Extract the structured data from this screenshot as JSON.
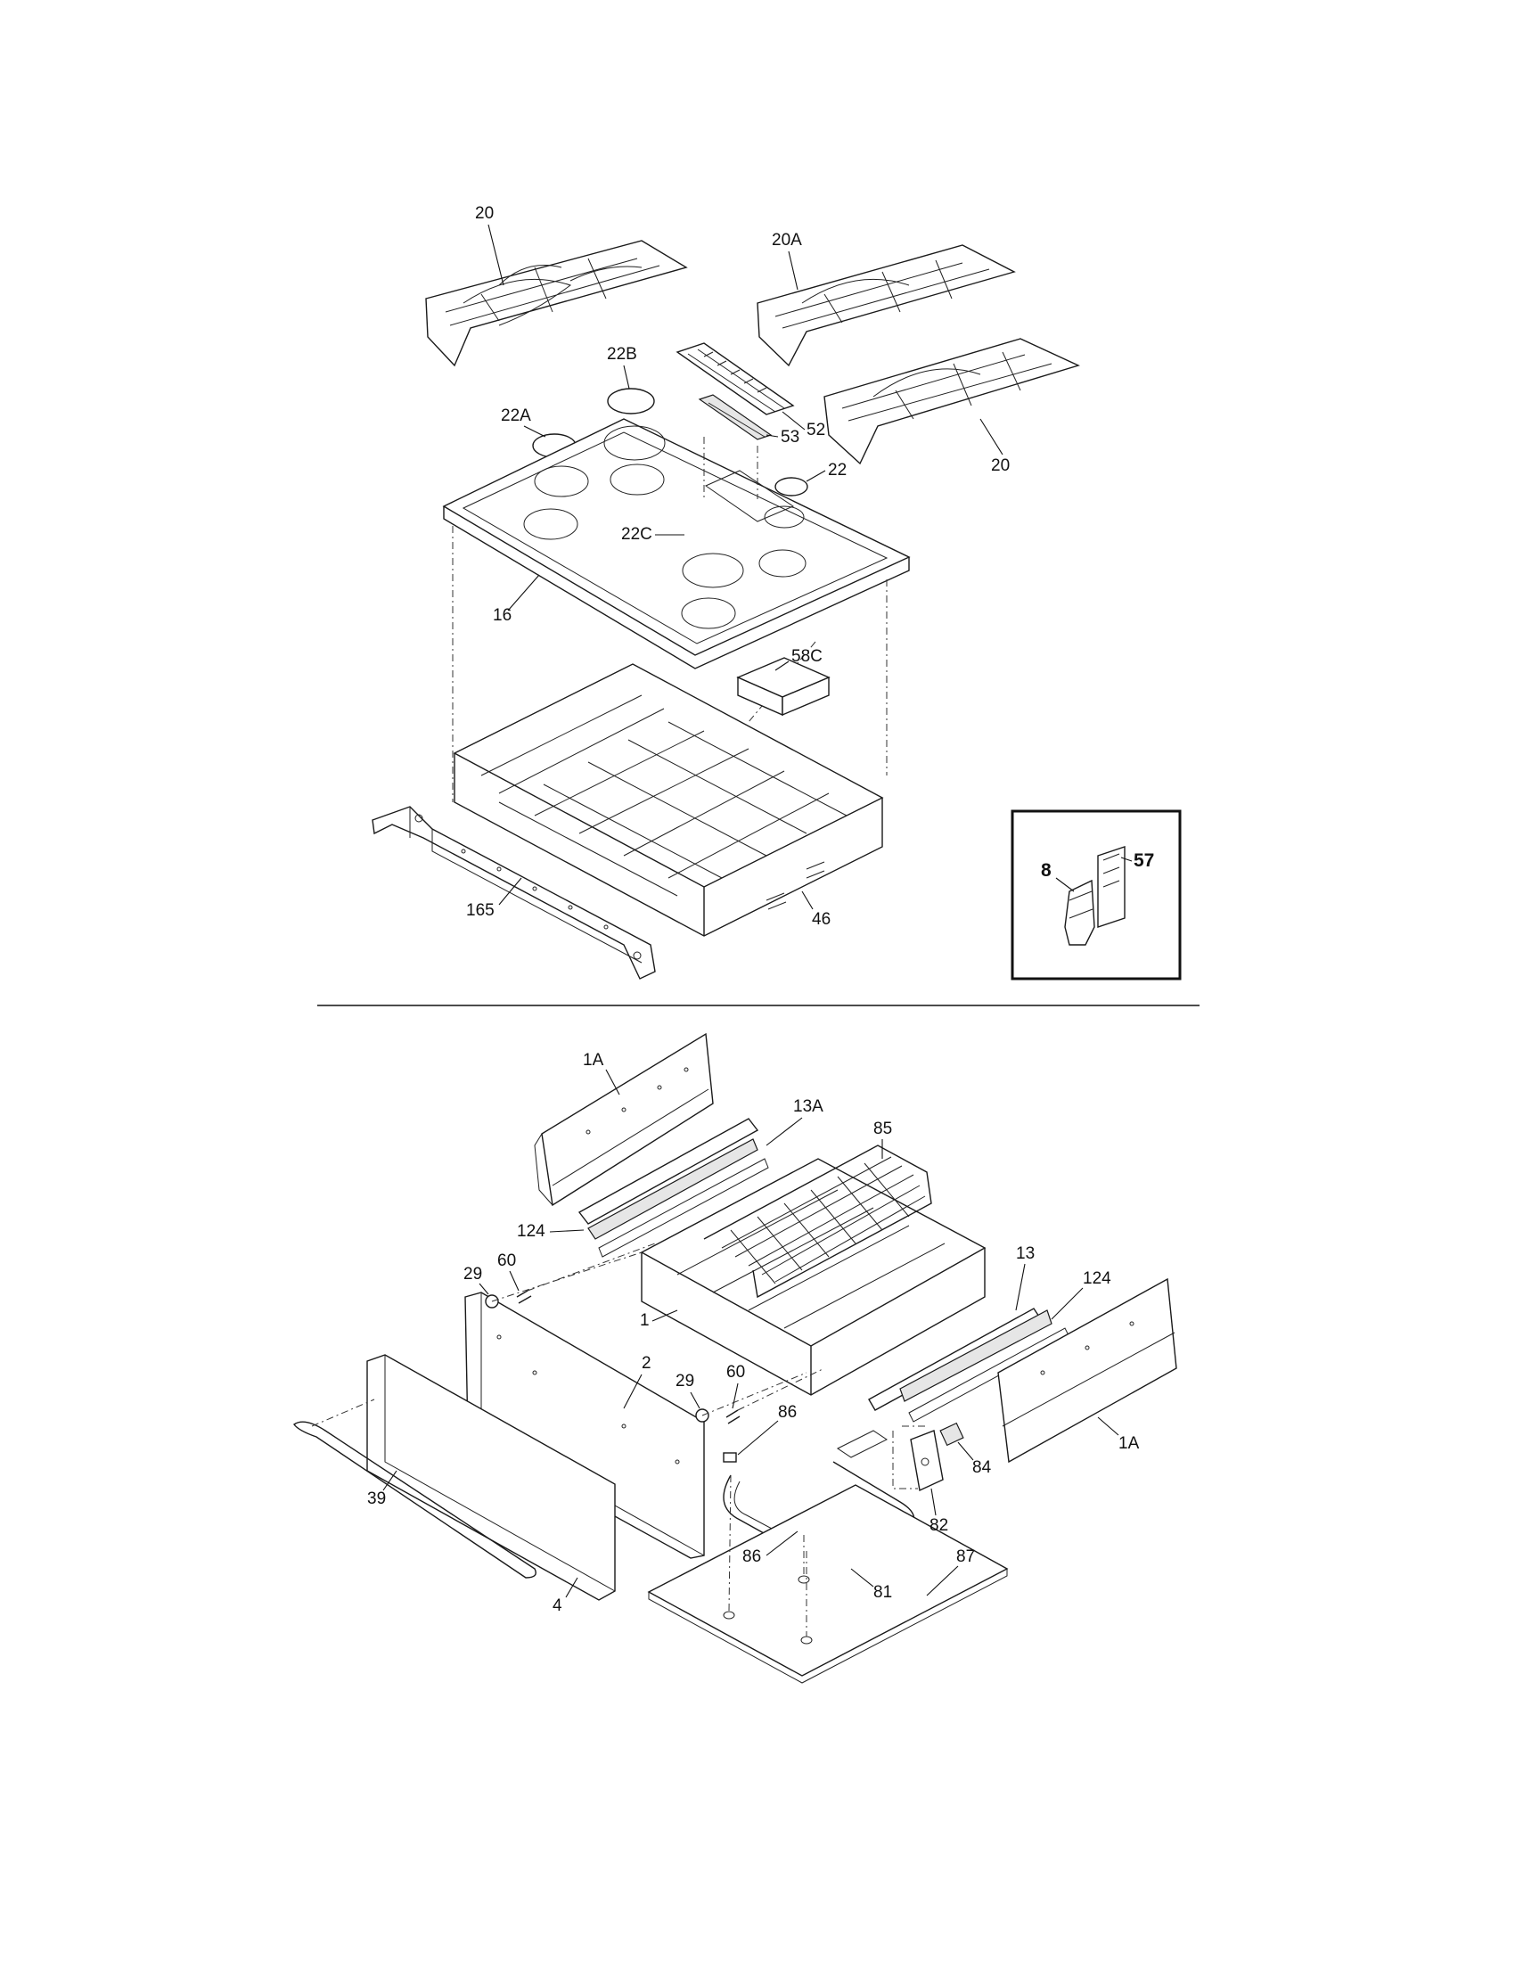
{
  "diagram": {
    "callouts_top": [
      {
        "id": "20-left",
        "text": "20"
      },
      {
        "id": "20a",
        "text": "20A"
      },
      {
        "id": "22b",
        "text": "22B"
      },
      {
        "id": "52",
        "text": "52"
      },
      {
        "id": "53",
        "text": "53"
      },
      {
        "id": "20-right",
        "text": "20"
      },
      {
        "id": "22a",
        "text": "22A"
      },
      {
        "id": "22",
        "text": "22"
      },
      {
        "id": "22c",
        "text": "22C"
      },
      {
        "id": "16",
        "text": "16"
      },
      {
        "id": "58c",
        "text": "58C"
      },
      {
        "id": "165",
        "text": "165"
      },
      {
        "id": "46",
        "text": "46"
      }
    ],
    "inset": {
      "callouts": [
        {
          "id": "8",
          "text": "8"
        },
        {
          "id": "57",
          "text": "57"
        }
      ]
    },
    "callouts_bottom": [
      {
        "id": "1a-top",
        "text": "1A"
      },
      {
        "id": "13a",
        "text": "13A"
      },
      {
        "id": "85",
        "text": "85"
      },
      {
        "id": "124-left",
        "text": "124"
      },
      {
        "id": "29-left",
        "text": "29"
      },
      {
        "id": "60-left",
        "text": "60"
      },
      {
        "id": "13",
        "text": "13"
      },
      {
        "id": "124-right",
        "text": "124"
      },
      {
        "id": "1",
        "text": "1"
      },
      {
        "id": "2",
        "text": "2"
      },
      {
        "id": "29-mid",
        "text": "29"
      },
      {
        "id": "60-mid",
        "text": "60"
      },
      {
        "id": "86-top",
        "text": "86"
      },
      {
        "id": "84",
        "text": "84"
      },
      {
        "id": "1a-right",
        "text": "1A"
      },
      {
        "id": "39",
        "text": "39"
      },
      {
        "id": "82",
        "text": "82"
      },
      {
        "id": "86-bottom",
        "text": "86"
      },
      {
        "id": "87",
        "text": "87"
      },
      {
        "id": "81",
        "text": "81"
      },
      {
        "id": "4",
        "text": "4"
      }
    ]
  }
}
